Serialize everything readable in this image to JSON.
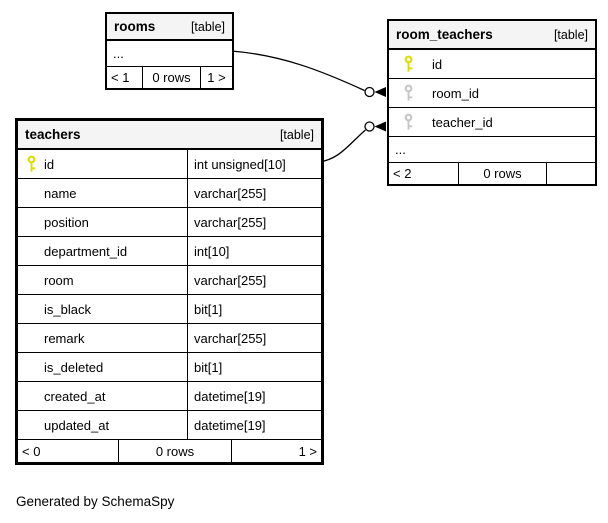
{
  "caption": "Generated by SchemaSpy",
  "colors": {
    "primary_key": "#dcdc00",
    "foreign_key": "#c6c6c6",
    "header_bg": "#f4f4f4",
    "line": "#000000"
  },
  "tables": {
    "rooms": {
      "name": "rooms",
      "tag": "[table]",
      "ellipsis": "...",
      "footer": {
        "prev": "< 1",
        "rows": "0 rows",
        "next": "1 >"
      }
    },
    "room_teachers": {
      "name": "room_teachers",
      "tag": "[table]",
      "columns": [
        {
          "name": "id",
          "key": "primary"
        },
        {
          "name": "room_id",
          "key": "foreign"
        },
        {
          "name": "teacher_id",
          "key": "foreign"
        }
      ],
      "ellipsis": "...",
      "footer": {
        "prev": "< 2",
        "rows": "0 rows",
        "next": ""
      }
    },
    "teachers": {
      "name": "teachers",
      "tag": "[table]",
      "columns": [
        {
          "name": "id",
          "type": "int unsigned[10]",
          "key": "primary"
        },
        {
          "name": "name",
          "type": "varchar[255]"
        },
        {
          "name": "position",
          "type": "varchar[255]"
        },
        {
          "name": "department_id",
          "type": "int[10]"
        },
        {
          "name": "room",
          "type": "varchar[255]"
        },
        {
          "name": "is_black",
          "type": "bit[1]"
        },
        {
          "name": "remark",
          "type": "varchar[255]"
        },
        {
          "name": "is_deleted",
          "type": "bit[1]"
        },
        {
          "name": "created_at",
          "type": "datetime[19]"
        },
        {
          "name": "updated_at",
          "type": "datetime[19]"
        }
      ],
      "footer": {
        "prev": "< 0",
        "rows": "0 rows",
        "next": "1 >"
      }
    }
  },
  "relationships": [
    {
      "from": "rooms",
      "to": "room_teachers.room_id"
    },
    {
      "from": "teachers.id",
      "to": "room_teachers.teacher_id"
    }
  ]
}
